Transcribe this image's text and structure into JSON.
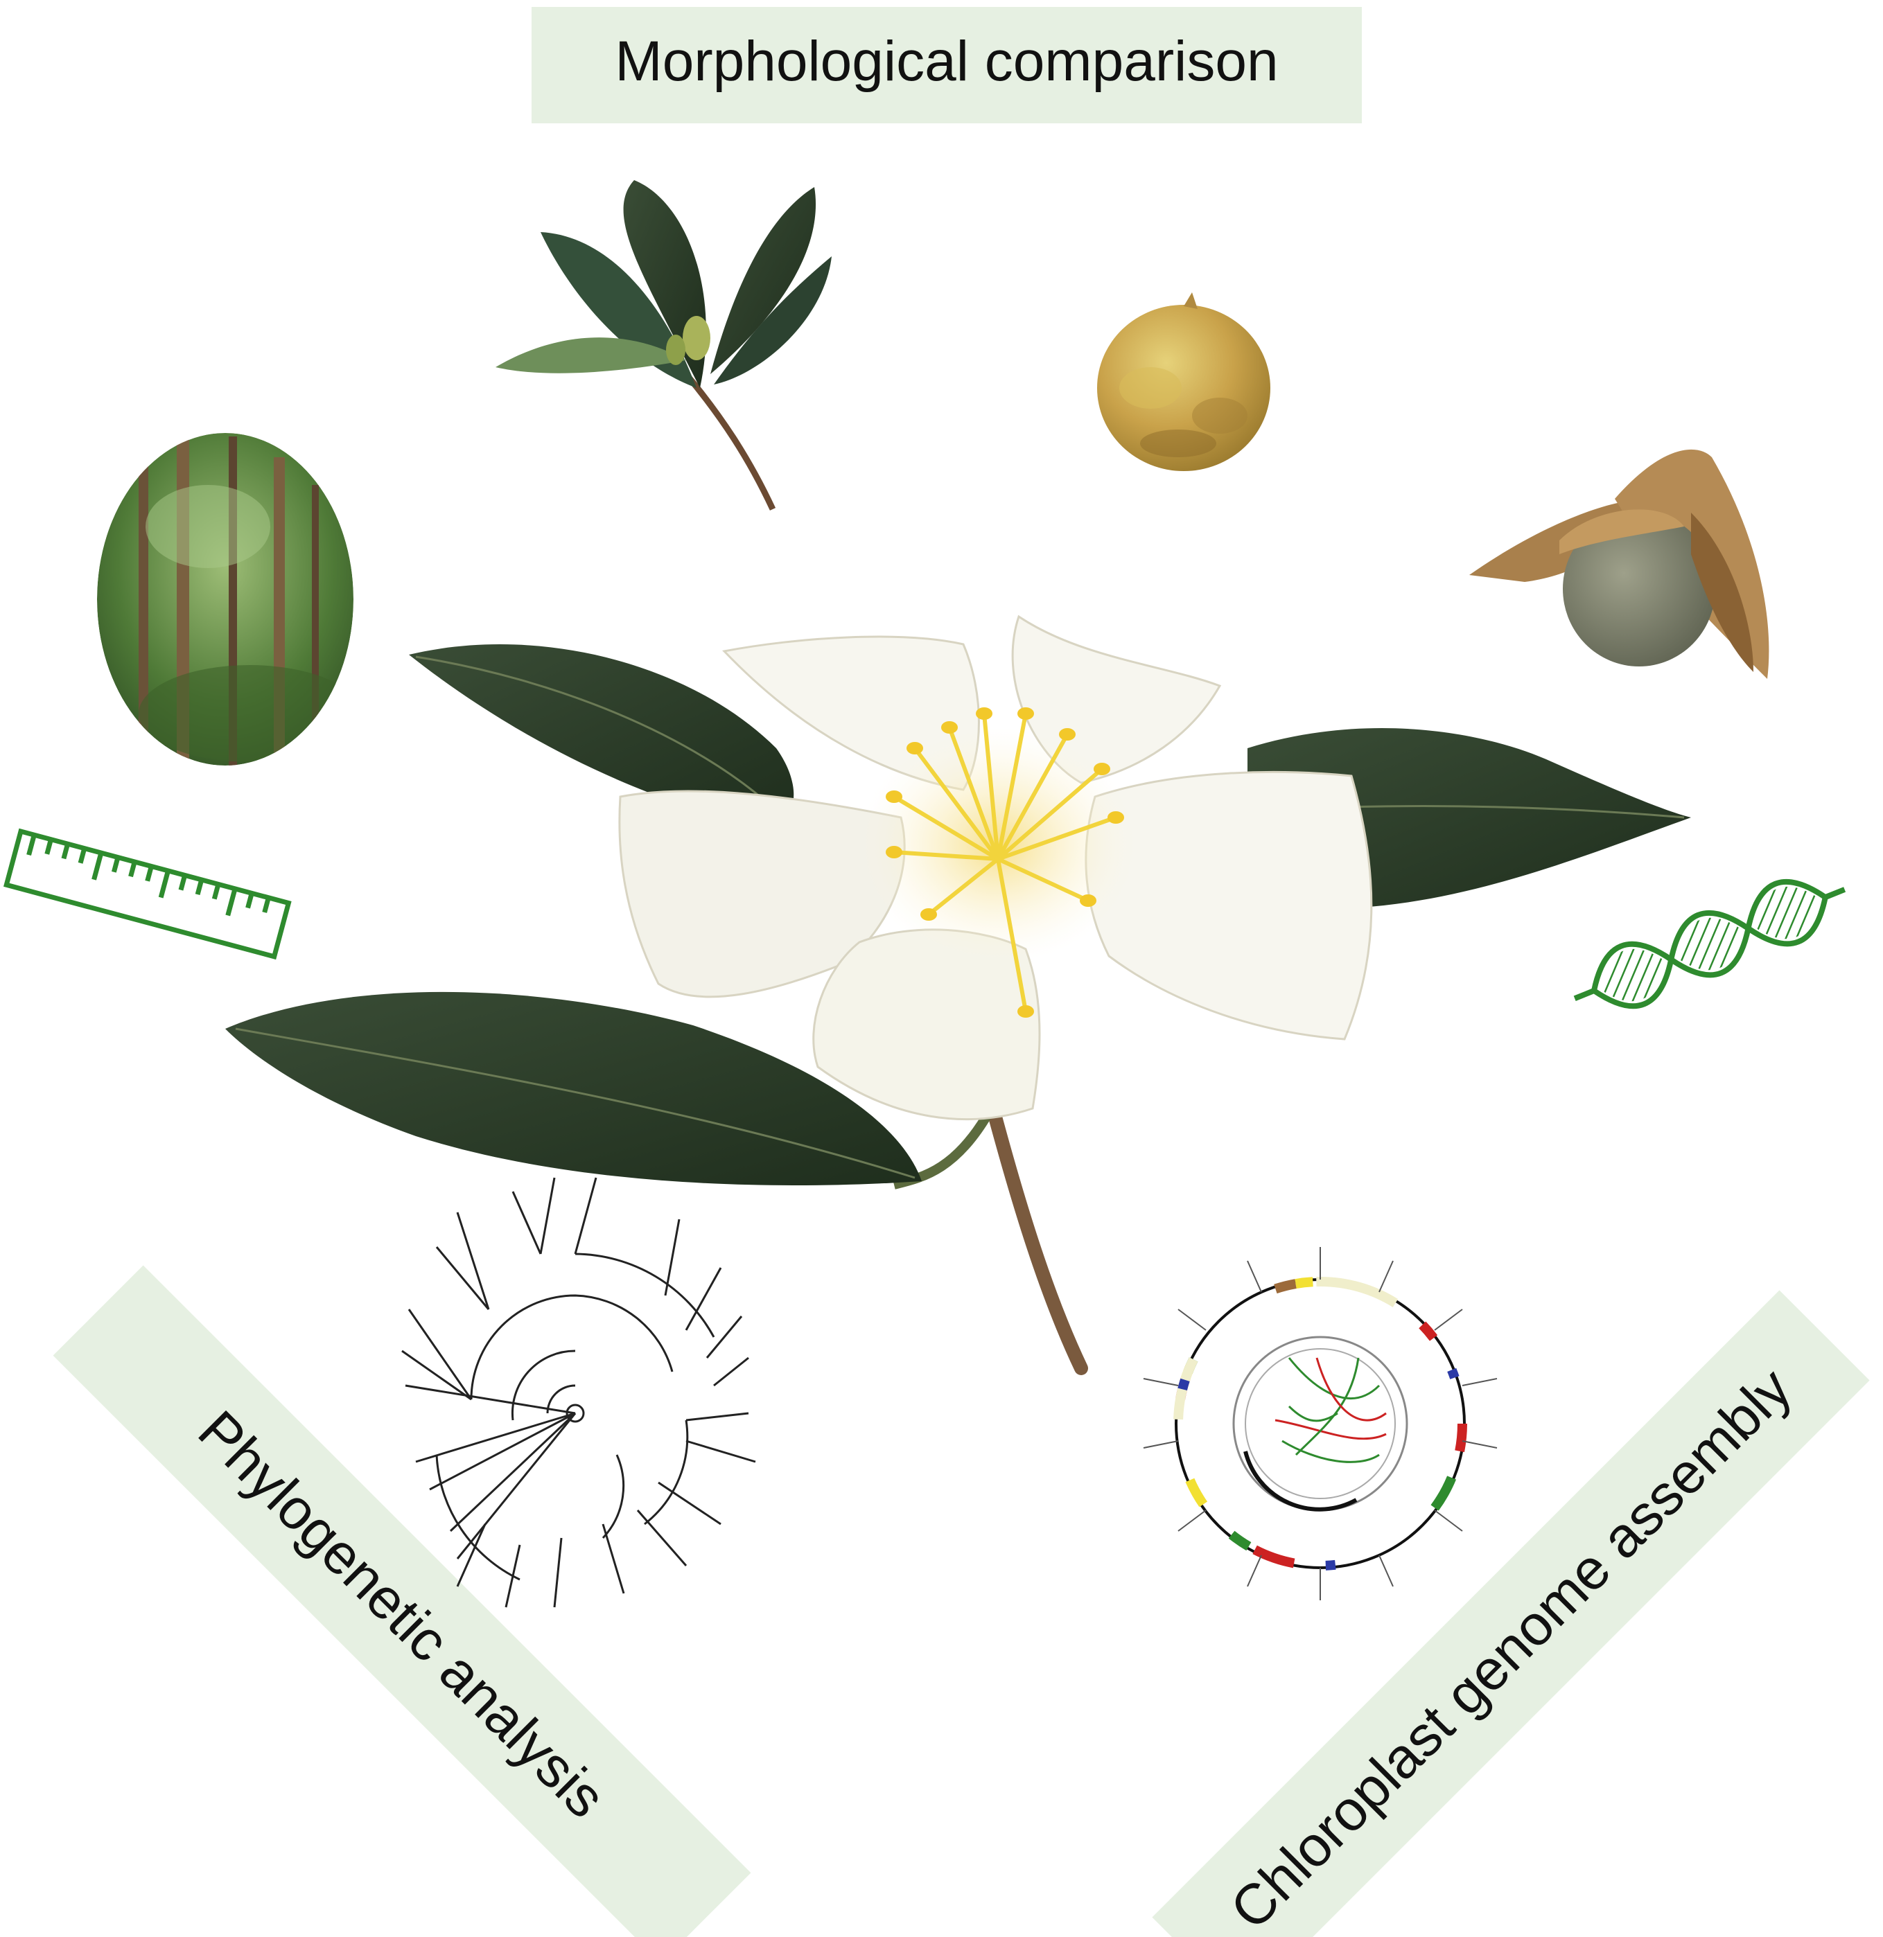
{
  "banners": {
    "top": "Morphological comparison",
    "left": "Phylogenetic  analysis",
    "right": "Chloroplast genome assembly"
  },
  "colors": {
    "banner_bg": "#e6f0e2",
    "icon_green": "#2e8b2e",
    "leaf_dark": "#2e3f2c",
    "petal": "#f7f6ef",
    "stamen": "#f2d43c"
  },
  "illustrations": [
    "camellia-flower-photo",
    "leafy-shoot-photo",
    "fruit-capsule-photo",
    "open-seed-pod-photo",
    "forest-habitat-photo",
    "ruler-icon",
    "dna-helix-icon",
    "phylogenetic-tree-figure",
    "chloroplast-genome-map-figure"
  ]
}
